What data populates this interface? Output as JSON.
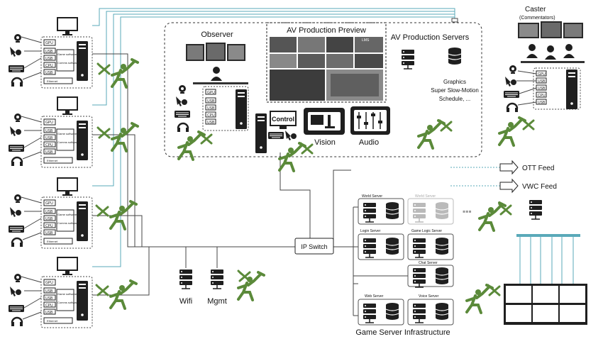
{
  "observer": {
    "title": "Observer"
  },
  "av_preview": {
    "title": "AV Production Preview",
    "overlay_text": "LMS"
  },
  "av_servers": {
    "title": "AV Production Servers",
    "line1": "Graphics",
    "line2": "Super Slow-Motion",
    "line3": "Schedule, ..."
  },
  "caster": {
    "title": "Caster",
    "subtitle": "(Commentators)"
  },
  "console": {
    "control": "Control",
    "vision": "Vision",
    "audio": "Audio"
  },
  "feeds": {
    "ott": "OTT Feed",
    "vwc": "VWC Feed"
  },
  "network": {
    "ip_switch": "IP Switch",
    "wifi": "Wifi",
    "mgmt": "Mgmt"
  },
  "game_servers": {
    "title": "Game Server Infrastructure",
    "world": "World Server",
    "world_ghost": "World Server",
    "login": "Login Server",
    "game_logic": "Game Logic Server",
    "chat": "Chat Server",
    "web": "Web Server",
    "voice": "Voice Server"
  },
  "pc": {
    "gpu": "GPU",
    "usb": "USB",
    "cpu": "CPU",
    "game_software": "Game software",
    "comms_software": "Comms software",
    "ethernet": "Ethernet"
  },
  "colors": {
    "accent_teal": "#5aa9b9",
    "tech_green": "#5b8a3a",
    "line": "#444444"
  }
}
